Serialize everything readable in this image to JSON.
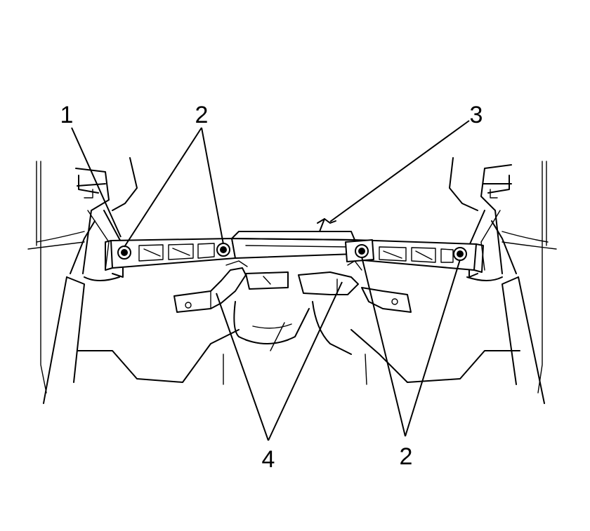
{
  "callouts": [
    {
      "id": "1",
      "text": "1"
    },
    {
      "id": "2a",
      "text": "2"
    },
    {
      "id": "3",
      "text": "3"
    },
    {
      "id": "4",
      "text": "4"
    },
    {
      "id": "2b",
      "text": "2"
    }
  ],
  "colors": {
    "line": "#000000",
    "background": "#ffffff"
  }
}
